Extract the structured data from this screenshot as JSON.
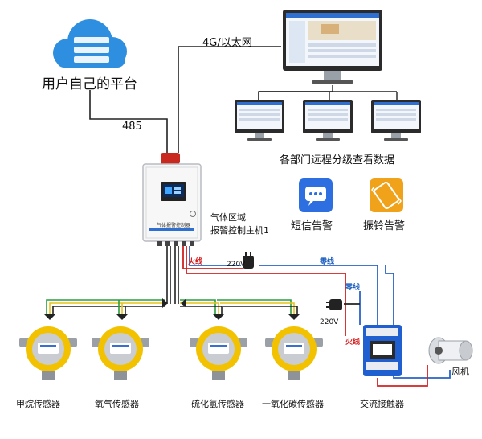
{
  "diagram": {
    "cloud_label": "用户自己的平台",
    "link_4g": "4G/以太网",
    "link_485": "485",
    "remote_view": "各部门远程分级查看数据",
    "controller": {
      "screen_text": "气体报警控制器",
      "label_line1": "气体区域",
      "label_line2": "报警控制主机1"
    },
    "alerts": [
      {
        "label": "短信告警",
        "icon": "message-icon",
        "color": "#2d6fe0"
      },
      {
        "label": "振铃告警",
        "icon": "vibrate-icon",
        "color": "#f0a21b"
      }
    ],
    "wiring": {
      "fire_1": "火线",
      "zero_1": "零线",
      "volt_1": "220V",
      "zero_2": "零线",
      "volt_2": "220V",
      "fire_2": "火线"
    },
    "sensors": [
      {
        "name": "甲烷传感器"
      },
      {
        "name": "氧气传感器"
      },
      {
        "name": "硫化氢传感器"
      },
      {
        "name": "一氧化碳传感器"
      }
    ],
    "contactor_label": "交流接触器",
    "fan_label": "风机",
    "colors": {
      "fire": "#d42020",
      "zero": "#2a63c9",
      "cable_green": "#2a9d3c",
      "cable_yellow": "#e8c21a",
      "sensor_yellow": "#f2c200"
    }
  }
}
